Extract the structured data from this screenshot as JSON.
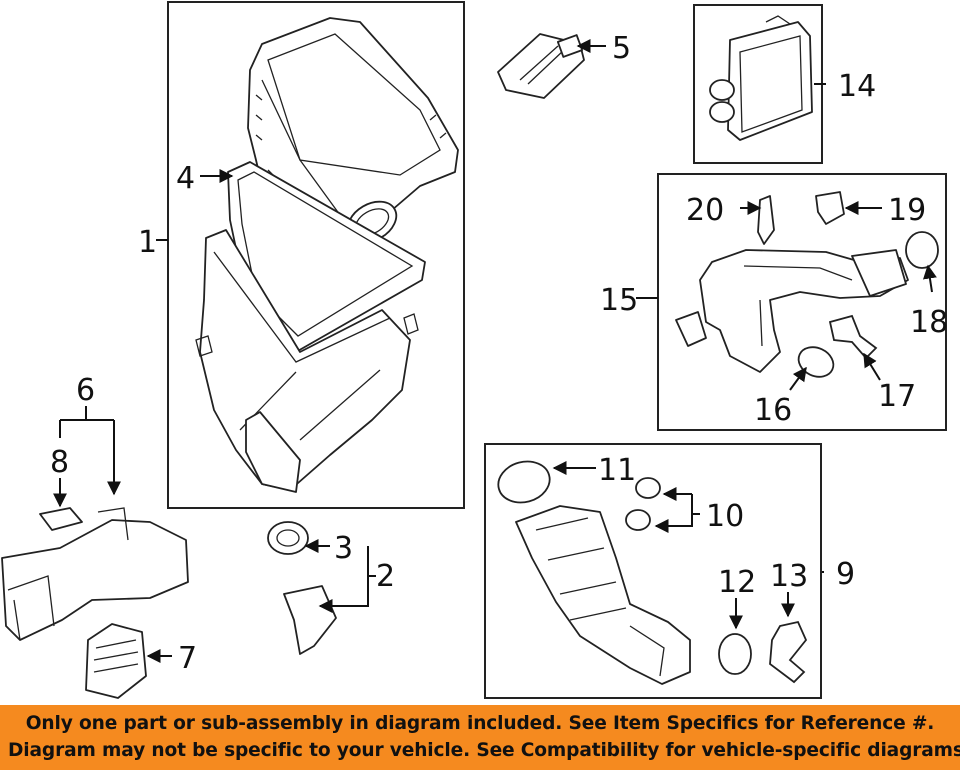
{
  "diagram": {
    "callouts": [
      "1",
      "2",
      "3",
      "4",
      "5",
      "6",
      "7",
      "8",
      "9",
      "10",
      "11",
      "12",
      "13",
      "14",
      "15",
      "16",
      "17",
      "18",
      "19",
      "20"
    ]
  },
  "footer": {
    "line1": "Only one part or sub-assembly in diagram included. See Item Specifics for Reference #.",
    "line2": "Diagram may not be specific to your vehicle. See Compatibility for vehicle-specific diagrams."
  },
  "colors": {
    "footer_background": "#f58a1f",
    "line_art": "#222222"
  }
}
